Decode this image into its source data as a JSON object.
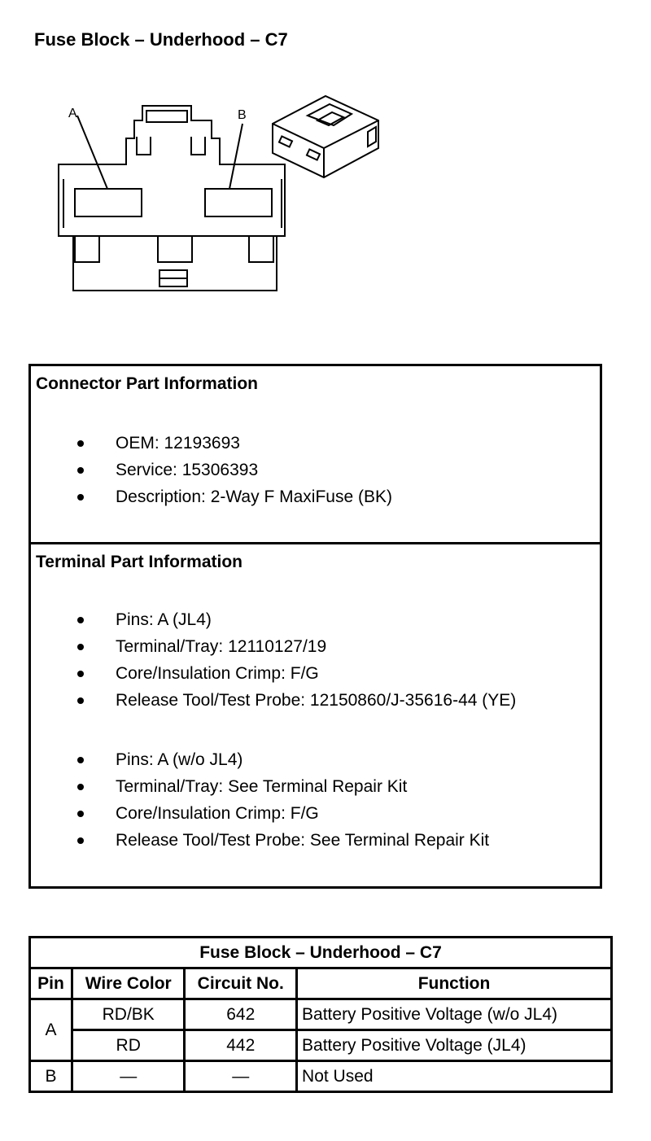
{
  "page": {
    "title": "Fuse Block – Underhood – C7"
  },
  "diagram": {
    "label_a": "A",
    "label_b": "B"
  },
  "connector_info": {
    "heading": "Connector Part Information",
    "items": [
      "OEM: 12193693",
      "Service: 15306393",
      "Description: 2-Way F MaxiFuse (BK)"
    ]
  },
  "terminal_info": {
    "heading": "Terminal Part Information",
    "group1": [
      "Pins: A (JL4)",
      "Terminal/Tray: 12110127/19",
      "Core/Insulation Crimp: F/G",
      "Release Tool/Test Probe: 12150860/J-35616-44 (YE)"
    ],
    "group2": [
      "Pins: A (w/o JL4)",
      "Terminal/Tray: See Terminal Repair Kit",
      "Core/Insulation Crimp: F/G",
      "Release Tool/Test Probe: See Terminal Repair Kit"
    ]
  },
  "pin_table": {
    "title": "Fuse Block – Underhood – C7",
    "headers": [
      "Pin",
      "Wire Color",
      "Circuit No.",
      "Function"
    ],
    "rows": [
      {
        "pin": "A",
        "wire_color": "RD/BK",
        "circuit": "642",
        "function": "Battery Positive Voltage (w/o JL4)"
      },
      {
        "pin": "",
        "wire_color": "RD",
        "circuit": "442",
        "function": "Battery Positive Voltage (JL4)"
      },
      {
        "pin": "B",
        "wire_color": "—",
        "circuit": "—",
        "function": "Not Used"
      }
    ]
  }
}
